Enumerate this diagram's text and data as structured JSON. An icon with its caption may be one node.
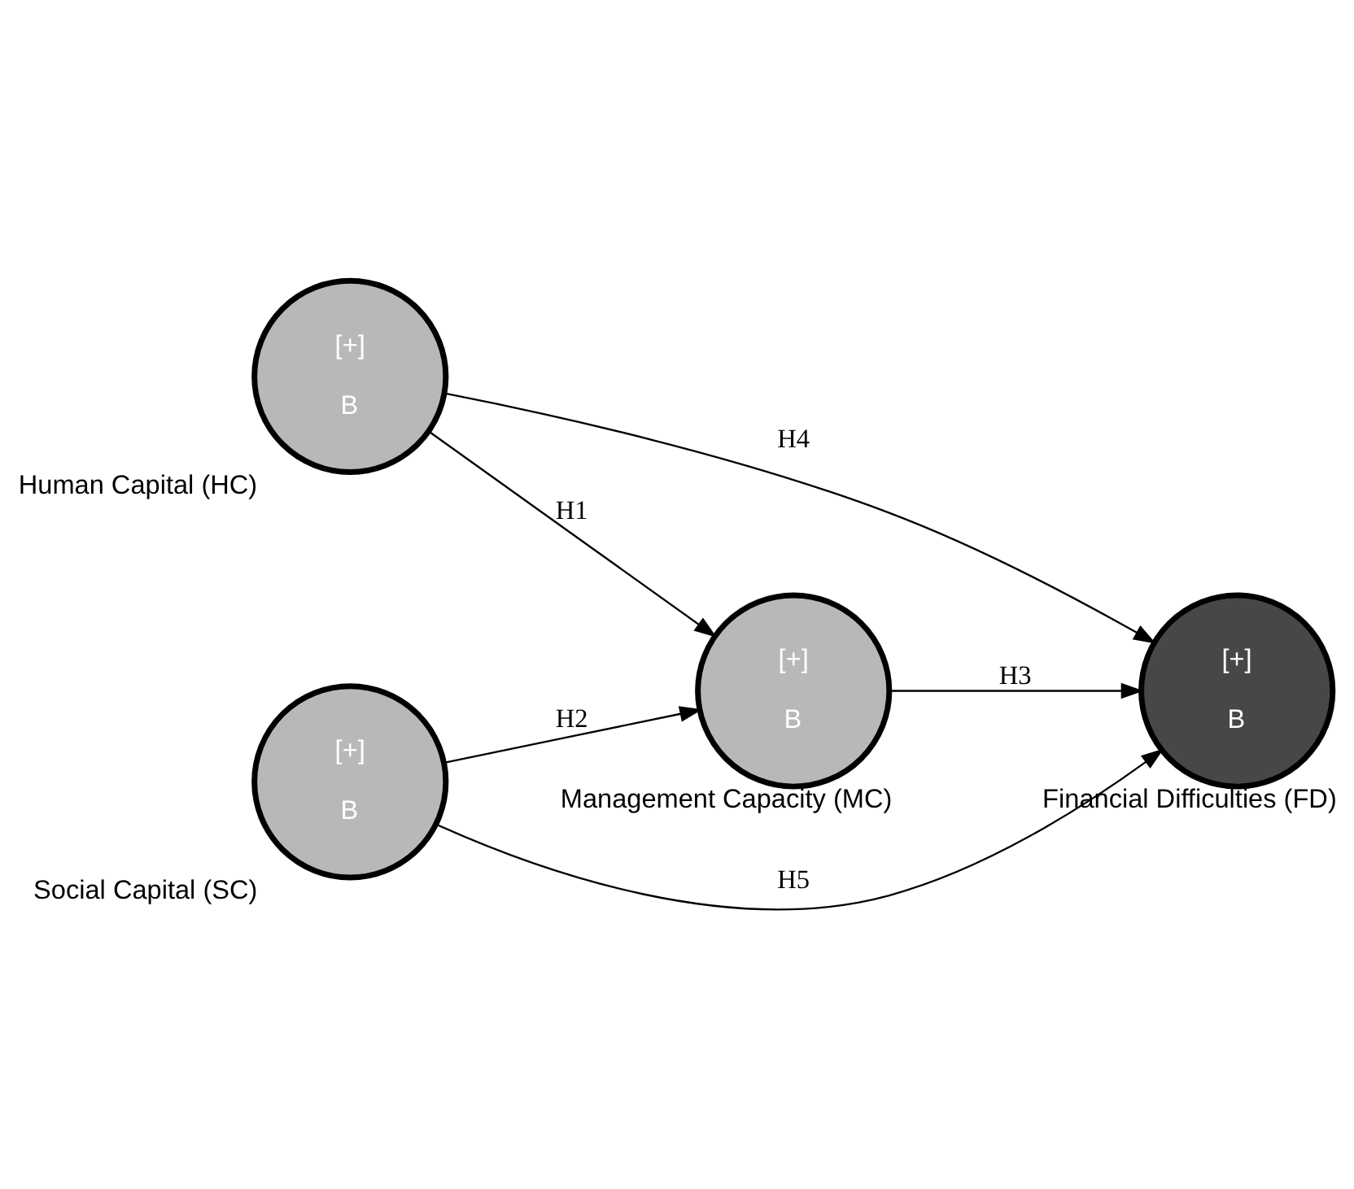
{
  "diagram": {
    "nodes": [
      {
        "text": [
          "[+]",
          "B"
        ],
        "beside": [
          "Human Capital (HC)"
        ]
      },
      {
        "text": [
          "[+]",
          "B"
        ],
        "beside": [
          "Management Capacity (MC)"
        ]
      },
      {
        "text": [
          "[+]",
          "B"
        ],
        "beside": [
          "Financial Difficulties (FD)"
        ]
      },
      {
        "text": [
          "[+]",
          "B"
        ],
        "beside": [
          "Social Capital (SC)"
        ]
      }
    ],
    "edges": [
      {
        "from": 0,
        "to": 1,
        "arrow": "to",
        "label": "H1"
      },
      {
        "from": 3,
        "to": 1,
        "arrow": "to",
        "label": "H2"
      },
      {
        "from": 1,
        "to": 2,
        "arrow": "to",
        "label": "H3"
      },
      {
        "from": 0,
        "to": 2,
        "arrow": "to",
        "label": "H4"
      },
      {
        "from": 3,
        "to": 2,
        "arrow": "to",
        "label": "H5"
      }
    ]
  }
}
